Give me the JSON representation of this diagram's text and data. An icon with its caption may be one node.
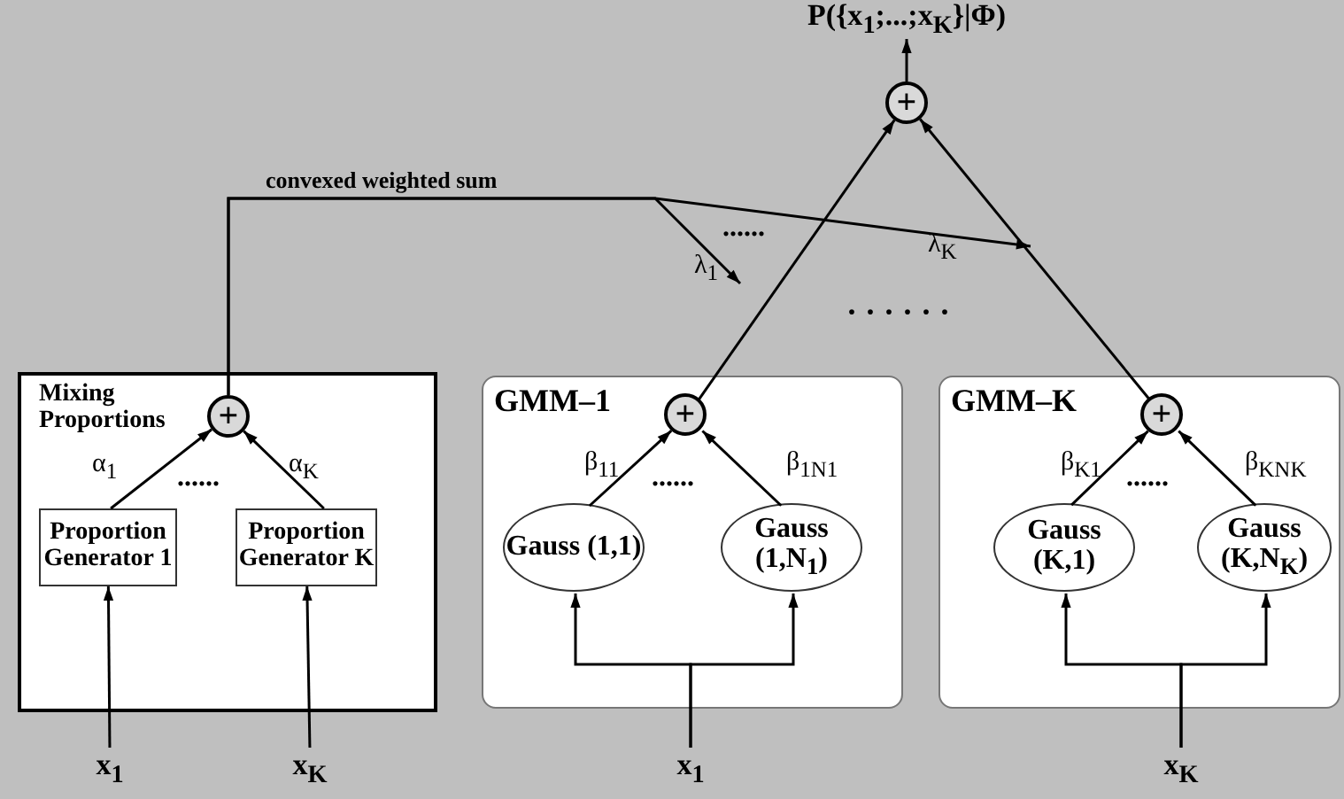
{
  "diagram": {
    "nodes": [
      {
        "text": [
          "Mixing Proportions"
        ]
      },
      {
        "text": [
          "+"
        ],
        "in": 0
      },
      {
        "text": [
          "Proportion Generator 1"
        ],
        "in": 0
      },
      {
        "text": [
          "Proportion Generator K"
        ],
        "in": 0
      },
      {
        "text": [
          "**x**$_{1}$"
        ]
      },
      {
        "text": [
          "**x**$_{K}$"
        ]
      },
      {
        "text": [
          "GMM–1"
        ]
      },
      {
        "text": [
          "+"
        ],
        "in": 6
      },
      {
        "text": [
          "Gauss (1,1)"
        ],
        "in": 6
      },
      {
        "text": [
          "Gauss (1,N$_{1}$)"
        ],
        "in": 6
      },
      {
        "text": [
          "**x**$_{1}$"
        ]
      },
      {
        "text": [
          "GMM–K"
        ]
      },
      {
        "text": [
          "+"
        ],
        "in": 11
      },
      {
        "text": [
          "Gauss (K,1)"
        ],
        "in": 11
      },
      {
        "text": [
          "Gauss (K,N$_{K}$)"
        ],
        "in": 11
      },
      {
        "text": [
          "**x**$_{K}$"
        ]
      },
      {
        "text": [
          "+"
        ]
      },
      {
        "text": [
          "P({x$_{1}$;...;x$_{K}$}|Φ)"
        ]
      }
    ],
    "edges": [
      {
        "from": 4,
        "to": 2,
        "arrow": "to"
      },
      {
        "from": 5,
        "to": 3,
        "arrow": "to"
      },
      {
        "from": 2,
        "to": 1,
        "arrow": "to",
        "label": "α$_{1}$"
      },
      {
        "from": 3,
        "to": 1,
        "arrow": "to",
        "label": "α$_{K}$"
      },
      {
        "from": 1,
        "to": null,
        "arrow": "to",
        "label": "λ$_{1}$"
      },
      {
        "from": 1,
        "to": null,
        "arrow": "to",
        "label": "λ$_{K}$"
      },
      {
        "from": 8,
        "to": 7,
        "arrow": "to",
        "label": "β$_{11}$"
      },
      {
        "from": 9,
        "to": 7,
        "arrow": "to",
        "label": "β$_{1N1}$"
      },
      {
        "from": 7,
        "to": 16,
        "arrow": "to"
      },
      {
        "from": 12,
        "to": 16,
        "arrow": "to"
      },
      {
        "from": 16,
        "to": 17,
        "arrow": "to"
      },
      {
        "from": 10,
        "to": 8,
        "arrow": "to"
      },
      {
        "from": 10,
        "to": 9,
        "arrow": "to"
      },
      {
        "from": 13,
        "to": 12,
        "arrow": "to",
        "label": "β$_{K1}$"
      },
      {
        "from": 14,
        "to": 12,
        "arrow": "to",
        "label": "β$_{KNK}$"
      },
      {
        "from": 15,
        "to": 13,
        "arrow": "to"
      },
      {
        "from": 15,
        "to": 14,
        "arrow": "to"
      }
    ],
    "labels": [
      "convexed weighted sum",
      "......",
      "......",
      "......",
      "......",
      "· · · · · ·"
    ]
  }
}
